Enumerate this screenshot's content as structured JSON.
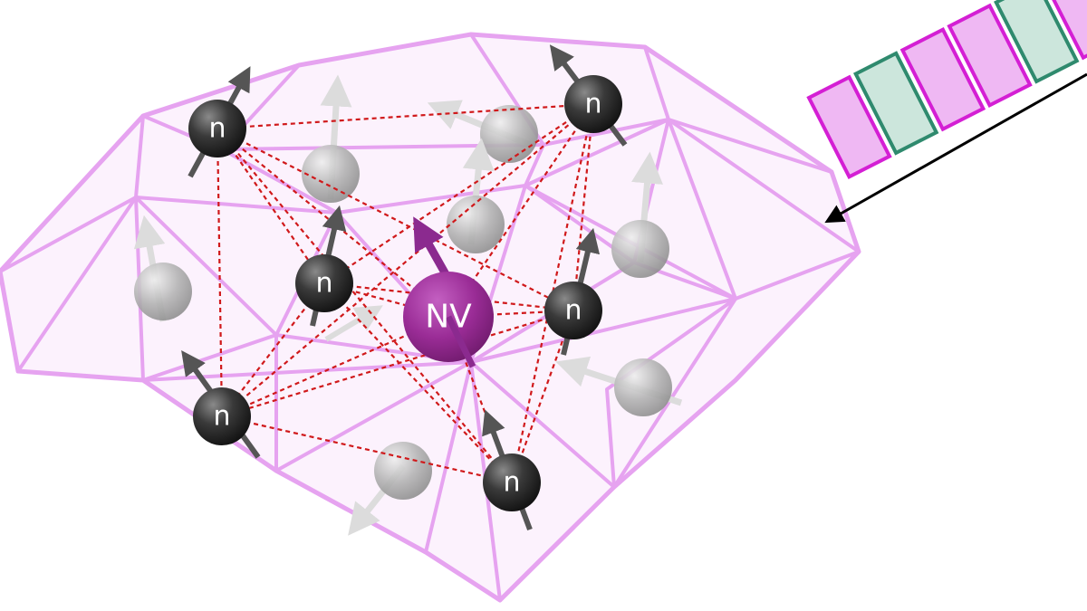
{
  "diagram": {
    "labels": {
      "center_defect": "NV",
      "nuclear_spin": "n"
    },
    "colors": {
      "diamond_edge": "#e6a3f0",
      "diamond_fill": "#fbf0fd",
      "center_defect": "#9a2c96",
      "center_arrow": "#8b2a8f",
      "spin_atom": "#2d2d2d",
      "spin_arrow": "#555555",
      "bath_atom": "#b5b5b5",
      "bath_arrow": "#dcdcdc",
      "coupling_line": "#d0191b",
      "pulse_magenta_fill": "#efb8f3",
      "pulse_magenta_edge": "#d41fd4",
      "pulse_teal_fill": "#cce6dc",
      "pulse_teal_edge": "#2f8a6e",
      "drive_arrow": "#000000"
    },
    "legend": [],
    "icons": [
      "diamond-crystal",
      "nv-center-atom",
      "nuclear-spin-atom",
      "bath-atom",
      "spin-arrow",
      "pulse-sequence",
      "drive-arrow"
    ]
  }
}
